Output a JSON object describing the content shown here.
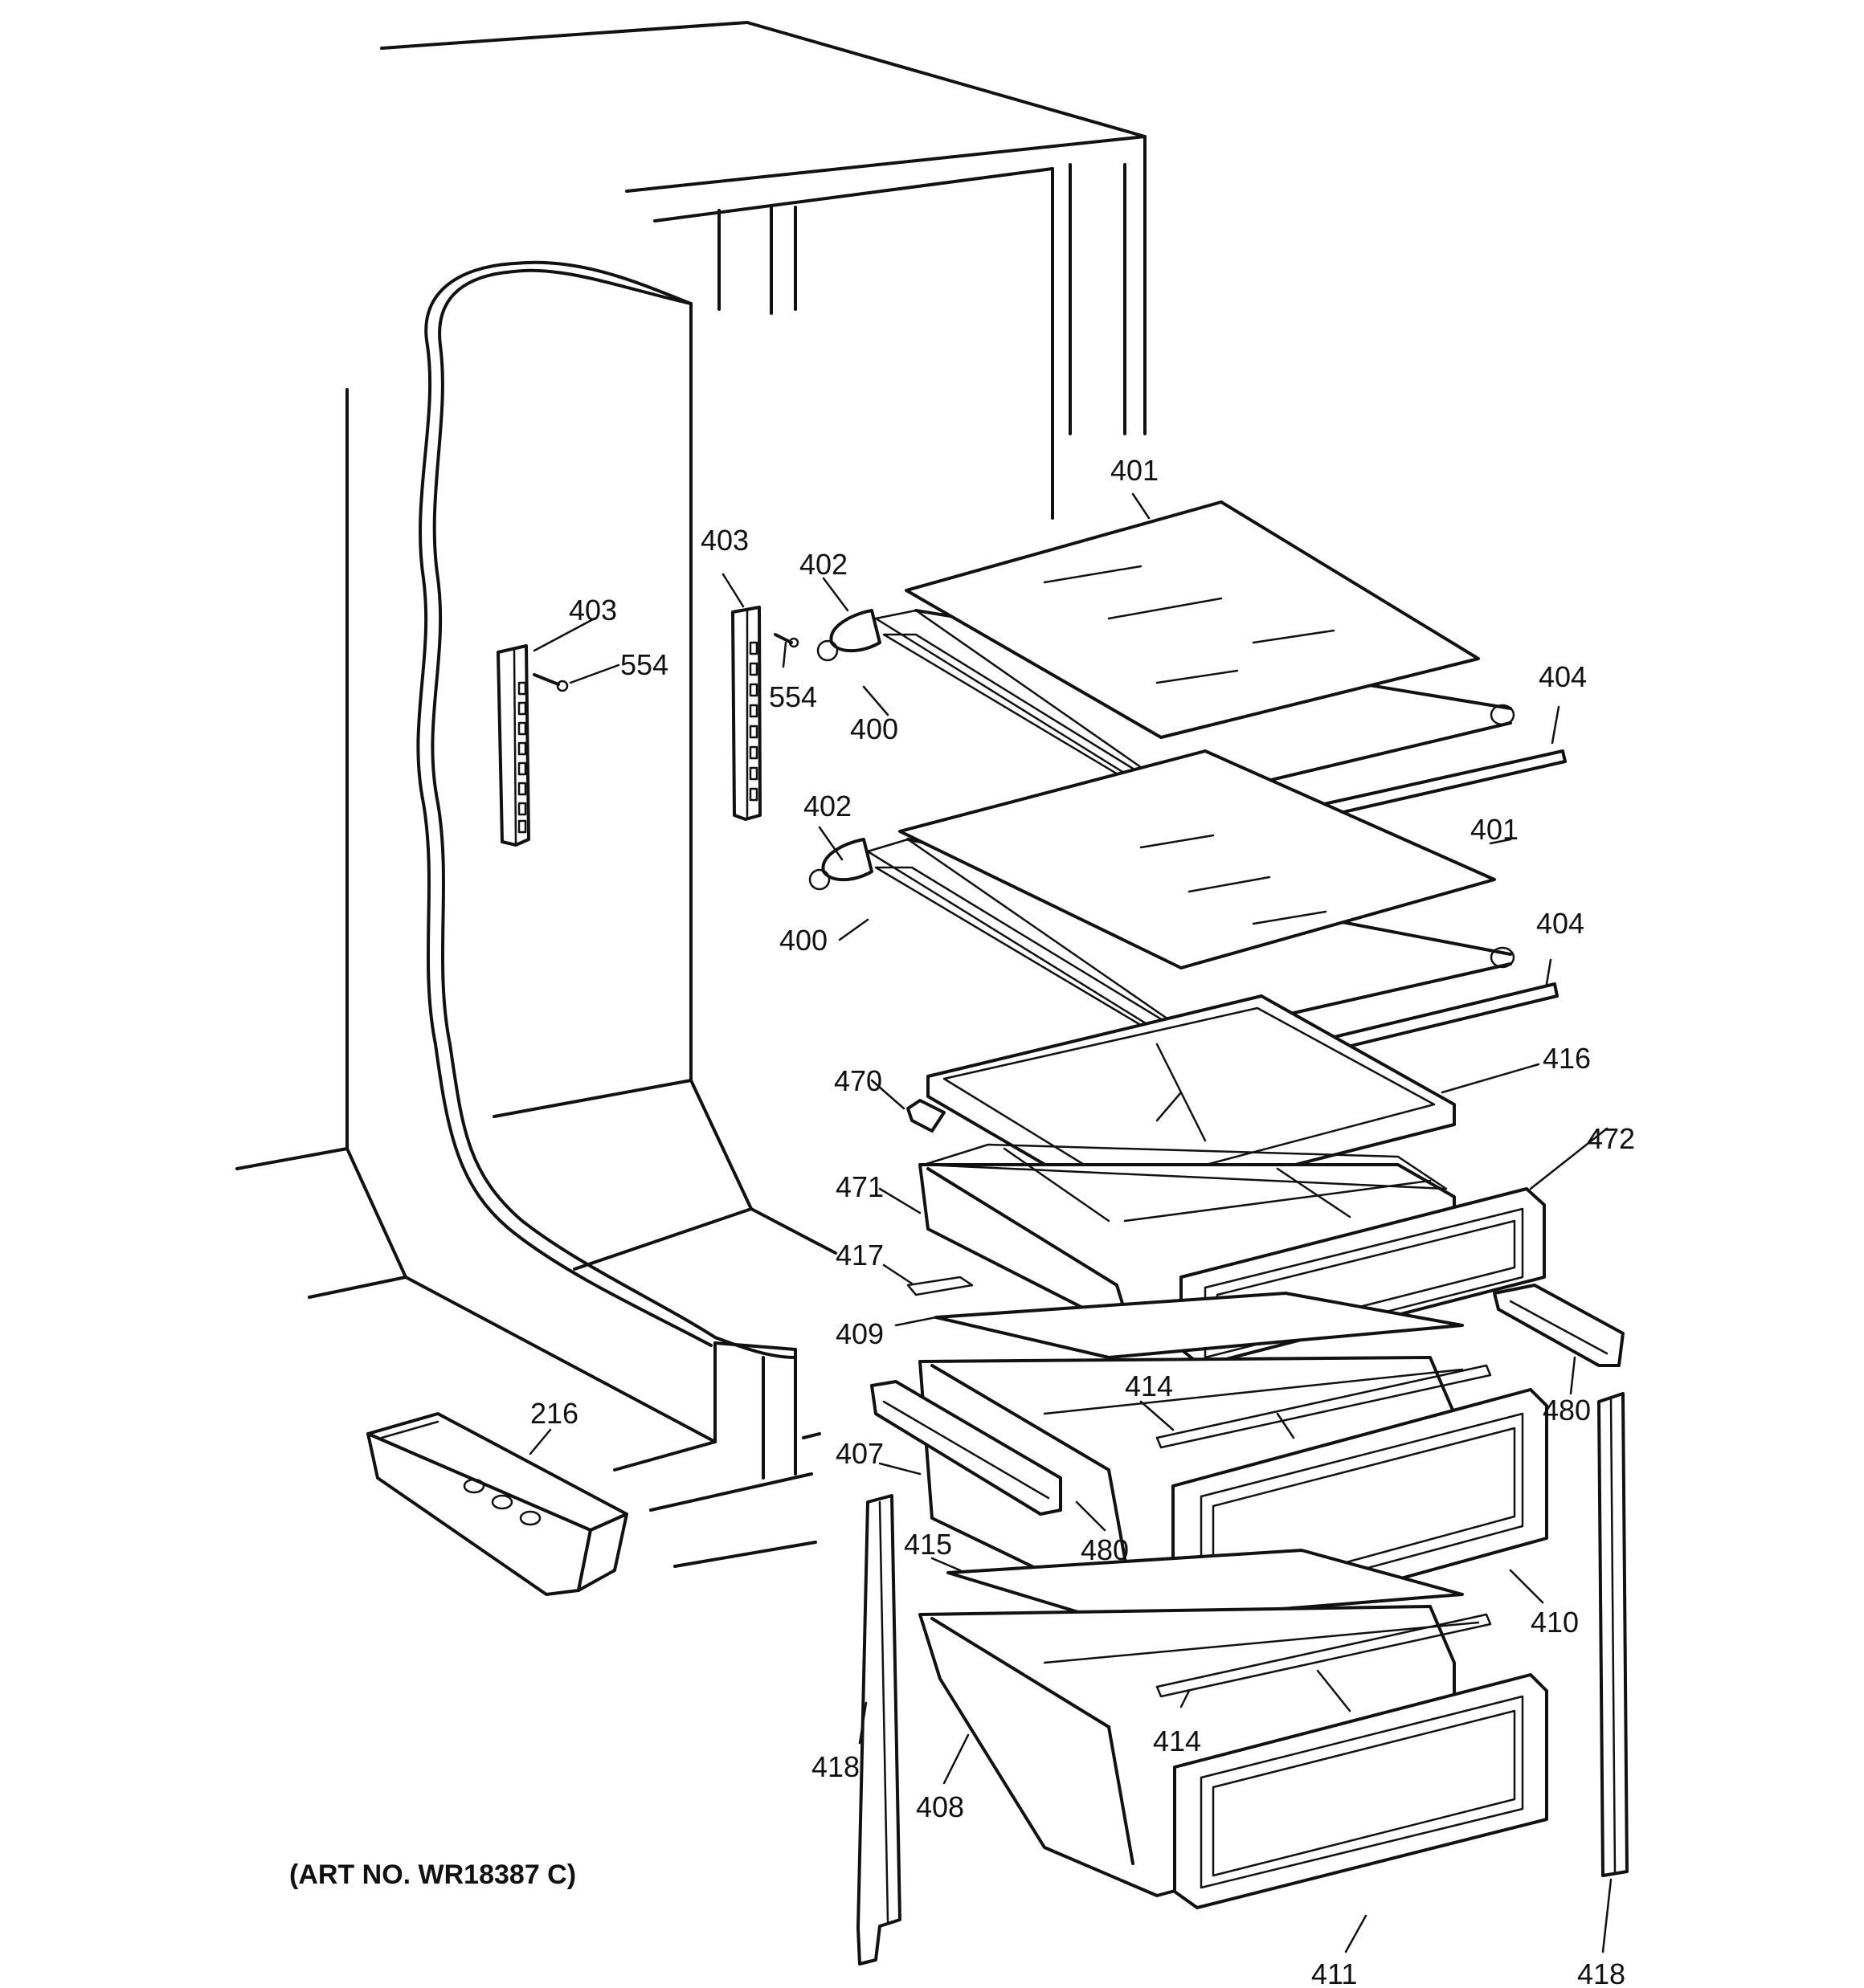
{
  "art_number": "(ART NO. WR18387 C)",
  "labels": {
    "l401a": "401",
    "l403a": "403",
    "l402a": "402",
    "l403b": "403",
    "l554a": "554",
    "l554b": "554",
    "l400a": "400",
    "l404a": "404",
    "l402b": "402",
    "l401b": "401",
    "l400b": "400",
    "l404b": "404",
    "l470": "470",
    "l416": "416",
    "l472": "472",
    "l471": "471",
    "l417": "417",
    "l409": "409",
    "l414a": "414",
    "l480a": "480",
    "l216": "216",
    "l407": "407",
    "l480b": "480",
    "l415": "415",
    "l410": "410",
    "l414b": "414",
    "l418a": "418",
    "l408": "408",
    "l411": "411",
    "l418b": "418"
  }
}
